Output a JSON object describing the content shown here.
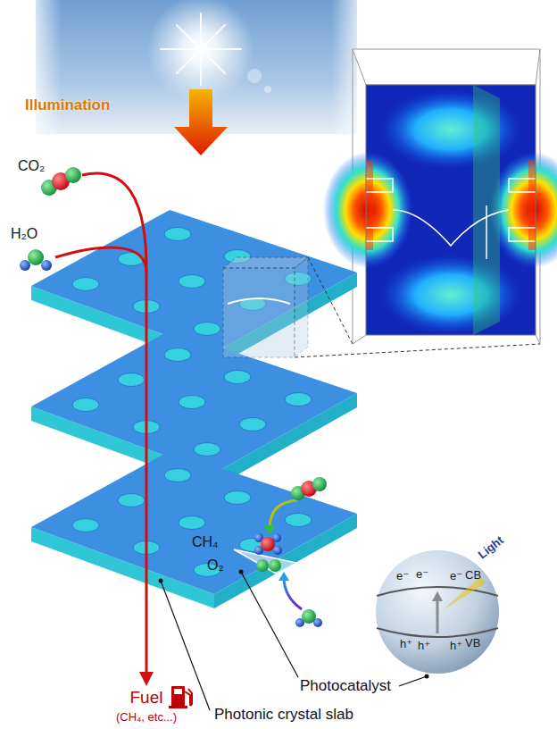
{
  "diagram": {
    "nodes": [
      {
        "text": [
          "e⁻",
          "e⁻",
          "e⁻",
          "CB",
          "Light",
          "h⁺",
          "h⁺",
          "h⁺",
          "VB"
        ]
      }
    ],
    "labels": [
      "Illumination",
      "CO₂",
      "H₂O",
      "CH₄",
      "O₂",
      "Fuel",
      "(CH₄, etc...)",
      "Photocatalyst",
      "Photonic crystal slab"
    ]
  }
}
